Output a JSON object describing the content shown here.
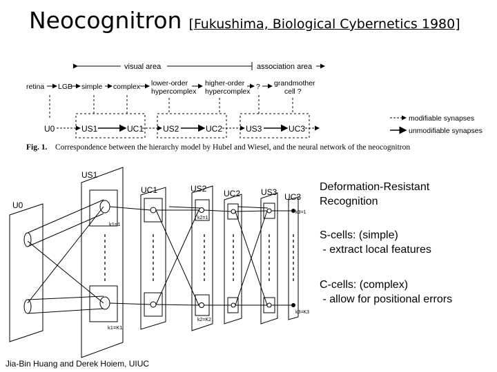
{
  "title": {
    "main": "Neocognitron",
    "cite_open": "[",
    "cite_link": "Fukushima, Biological Cybernetics 1980",
    "cite_close": "]"
  },
  "fig1": {
    "visual_area": "visual area",
    "association_area": "association area",
    "hierarchy": [
      "retina",
      "LGB",
      "simple",
      "complex",
      "lower-order",
      "hypercomplex",
      "higher-order",
      "hypercomplex",
      "?",
      "grandmother",
      "cell ?"
    ],
    "layers": [
      "U0",
      "US1",
      "UC1",
      "US2",
      "UC2",
      "US3",
      "UC3"
    ],
    "legend_modifiable": "modifiable synapses",
    "legend_unmodifiable": "unmodifiable synapses",
    "caption_label": "Fig. 1.",
    "caption": "Correspondence between the hierarchy model by Hubel and Wiesel, and the neural network of the neocognitron"
  },
  "fig2": {
    "layers": [
      "U0",
      "US1",
      "UC1",
      "US2",
      "UC2",
      "US3",
      "UC3"
    ],
    "k_top": [
      "k1=1",
      "k2=1",
      "k3=1"
    ],
    "k_bottom": [
      "k1=K1",
      "k2=K2",
      "k3=K3"
    ]
  },
  "notes": {
    "heading": "Deformation-Resistant\nRecognition",
    "s_cells": "S-cells: (simple)\n - extract local features",
    "c_cells": "C-cells: (complex)\n - allow for positional errors"
  },
  "footer": "Jia-Bin Huang and Derek Hoiem, UIUC"
}
